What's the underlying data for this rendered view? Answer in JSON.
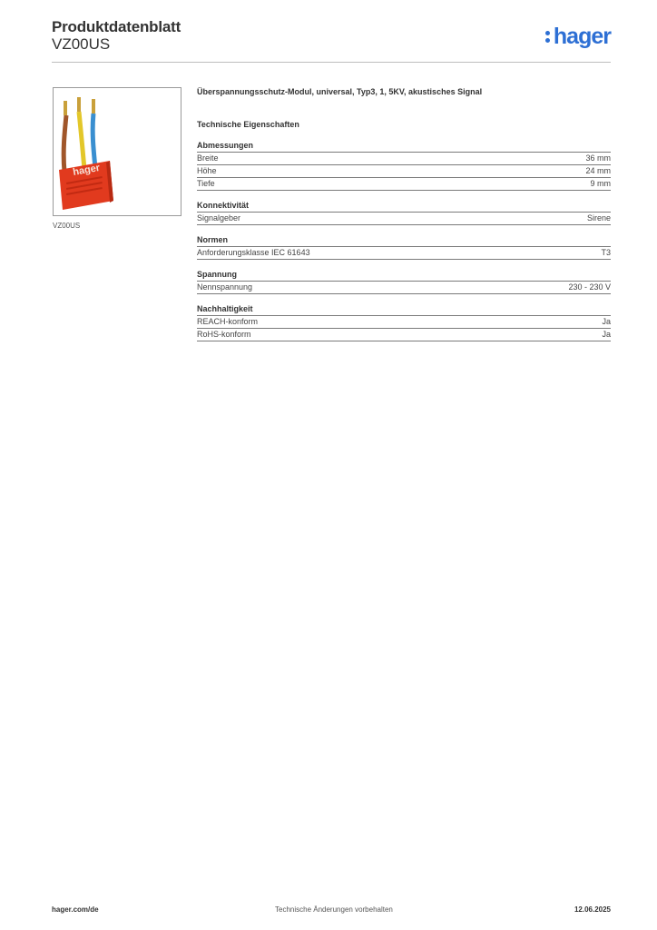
{
  "header": {
    "title": "Produktdatenblatt",
    "product_code": "VZ00US",
    "logo_text": "hager",
    "brand_color": "#2d6fd4"
  },
  "image": {
    "caption": "VZ00US",
    "product_label": "hager"
  },
  "main": {
    "description": "Überspannungsschutz-Modul, universal, Typ3, 1, 5KV, akustisches Signal",
    "tech_title": "Technische Eigenschaften",
    "sections": [
      {
        "title": "Abmessungen",
        "rows": [
          {
            "label": "Breite",
            "value": "36 mm"
          },
          {
            "label": "Höhe",
            "value": "24 mm"
          },
          {
            "label": "Tiefe",
            "value": "9 mm"
          }
        ]
      },
      {
        "title": "Konnektivität",
        "rows": [
          {
            "label": "Signalgeber",
            "value": "Sirene"
          }
        ]
      },
      {
        "title": "Normen",
        "rows": [
          {
            "label": "Anforderungsklasse IEC 61643",
            "value": "T3"
          }
        ]
      },
      {
        "title": "Spannung",
        "rows": [
          {
            "label": "Nennspannung",
            "value": "230 - 230 V"
          }
        ]
      },
      {
        "title": "Nachhaltigkeit",
        "rows": [
          {
            "label": "REACH-konform",
            "value": "Ja"
          },
          {
            "label": "RoHS-konform",
            "value": "Ja"
          }
        ]
      }
    ]
  },
  "footer": {
    "website": "hager.com/de",
    "notice": "Technische Änderungen vorbehalten",
    "date": "12.06.2025"
  }
}
